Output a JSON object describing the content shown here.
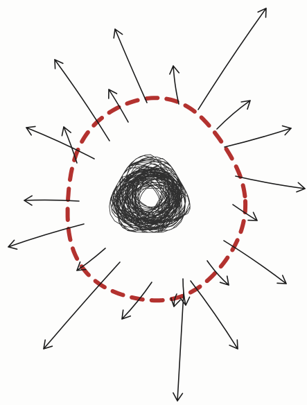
{
  "colors": {
    "paper": "#fdfdfc",
    "ink": "#1a1a1a",
    "dash": "#b3322f"
  },
  "drawing": {
    "center": "scribble-ball",
    "ring": "dashed-red-circle",
    "arrow_count": 22
  }
}
